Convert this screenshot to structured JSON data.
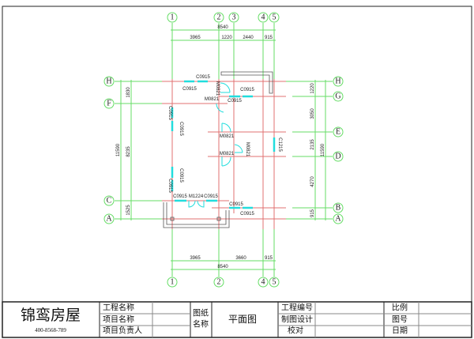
{
  "axes_vertical": [
    "1",
    "2",
    "3",
    "4",
    "5"
  ],
  "axes_horizontal": [
    "H",
    "G",
    "F",
    "E",
    "D",
    "C",
    "B",
    "A"
  ],
  "dims_top": {
    "total": "8540",
    "segments": [
      "3965",
      "1220",
      "2440",
      "915"
    ]
  },
  "dims_bottom": {
    "total": "8540",
    "segments": [
      "3965",
      "3660",
      "915"
    ]
  },
  "dims_left": {
    "total": "11590",
    "segments": [
      "1830",
      "8235",
      "1525"
    ]
  },
  "dims_right": {
    "total": "11590",
    "segments": [
      "1220",
      "3050",
      "2135",
      "4270",
      "915"
    ]
  },
  "openings": {
    "w1": "C0915",
    "w2": "C0915",
    "d1": "M0821",
    "d2": "M0821",
    "w3": "C0915",
    "w4": "C0915",
    "w5": "C0915",
    "w6": "C0915",
    "d3": "M0821",
    "d4": "M0821",
    "d5": "M0821",
    "w7": "C1215",
    "w8": "C0915",
    "w9": "C0915",
    "w10": "C0915",
    "d6": "M1224",
    "w11": "C0915",
    "w12": "C0915",
    "w13": "C0915"
  },
  "title_block": {
    "company": "锦鸾房屋",
    "phone": "400-8568-789",
    "project_name_label": "工程名称",
    "item_name_label": "项目名称",
    "item_manager_label": "项目负责人",
    "drawing_name_label_1": "图纸",
    "drawing_name_label_2": "名称",
    "drawing_name": "平面图",
    "project_no_label": "工程编号",
    "drafter_label": "制图设计",
    "checker_label": "校对",
    "scale_label": "比例",
    "drawing_no_label": "图号",
    "date_label": "日期"
  },
  "colors": {
    "axis": "#66dd66",
    "wall_center": "#e07070",
    "window": "#22dddd"
  }
}
